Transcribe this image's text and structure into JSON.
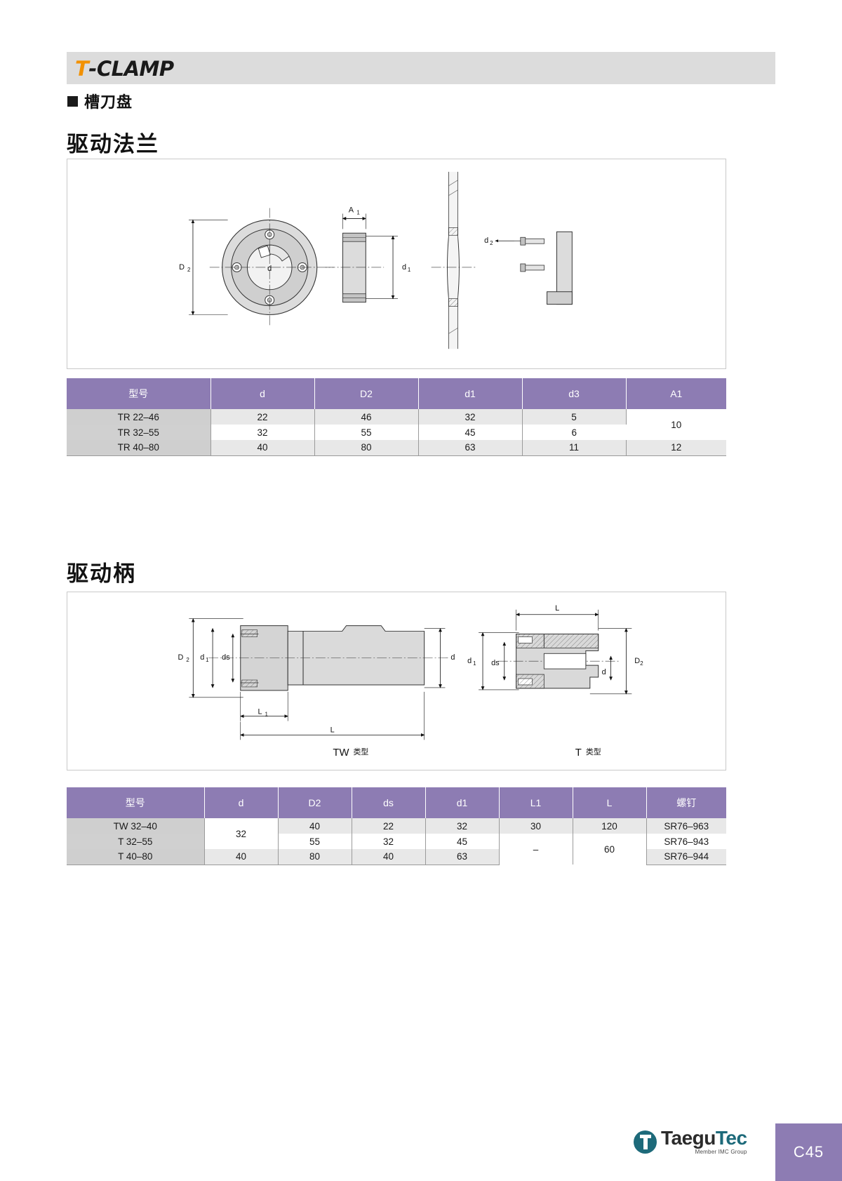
{
  "header": {
    "brand_t": "T",
    "brand_rest": "-CLAMP"
  },
  "section": {
    "bullet_label": "槽刀盘"
  },
  "sections": [
    {
      "title": "驱动法兰",
      "figure": {
        "labels": [
          "D₂",
          "d",
          "A₁",
          "d₁",
          "d₂"
        ]
      },
      "table": {
        "columns": [
          "型号",
          "d",
          "D2",
          "d1",
          "d3",
          "A1"
        ],
        "rows": [
          {
            "model": "TR 22–46",
            "d": "22",
            "D2": "46",
            "d1": "32",
            "d3": "5",
            "A1": "10"
          },
          {
            "model": "TR 32–55",
            "d": "32",
            "D2": "55",
            "d1": "45",
            "d3": "6",
            "A1": ""
          },
          {
            "model": "TR 40–80",
            "d": "40",
            "D2": "80",
            "d1": "63",
            "d3": "11",
            "A1": "12"
          }
        ]
      }
    },
    {
      "title": "驱动柄",
      "figure": {
        "caption_left_type": "TW",
        "caption_left_suffix": "类型",
        "caption_right_type": "T",
        "caption_right_suffix": "类型",
        "labels": [
          "D₂",
          "d₁",
          "ds",
          "d",
          "L₁",
          "L"
        ]
      },
      "table": {
        "columns": [
          "型号",
          "d",
          "D2",
          "ds",
          "d1",
          "L1",
          "L",
          "螺钉"
        ],
        "rows": [
          {
            "model": "TW 32–40",
            "d": "32",
            "D2": "40",
            "ds": "22",
            "d1": "32",
            "L1": "30",
            "L": "120",
            "screw": "SR76–963"
          },
          {
            "model": "T 32–55",
            "d": "",
            "D2": "55",
            "ds": "32",
            "d1": "45",
            "L1": "–",
            "L": "60",
            "screw": "SR76–943"
          },
          {
            "model": "T 40–80",
            "d": "40",
            "D2": "80",
            "ds": "40",
            "d1": "63",
            "L1": "",
            "L": "",
            "screw": "SR76–944"
          }
        ]
      }
    }
  ],
  "footer": {
    "company_part1": "Taegu",
    "company_part2": "Tec",
    "company_sub": "Member IMC Group",
    "page_number": "C45"
  },
  "colors": {
    "accent_purple": "#8d7cb3",
    "brand_orange": "#f29100",
    "logo_teal": "#1d6a7a",
    "header_band": "#dcdcdc"
  }
}
